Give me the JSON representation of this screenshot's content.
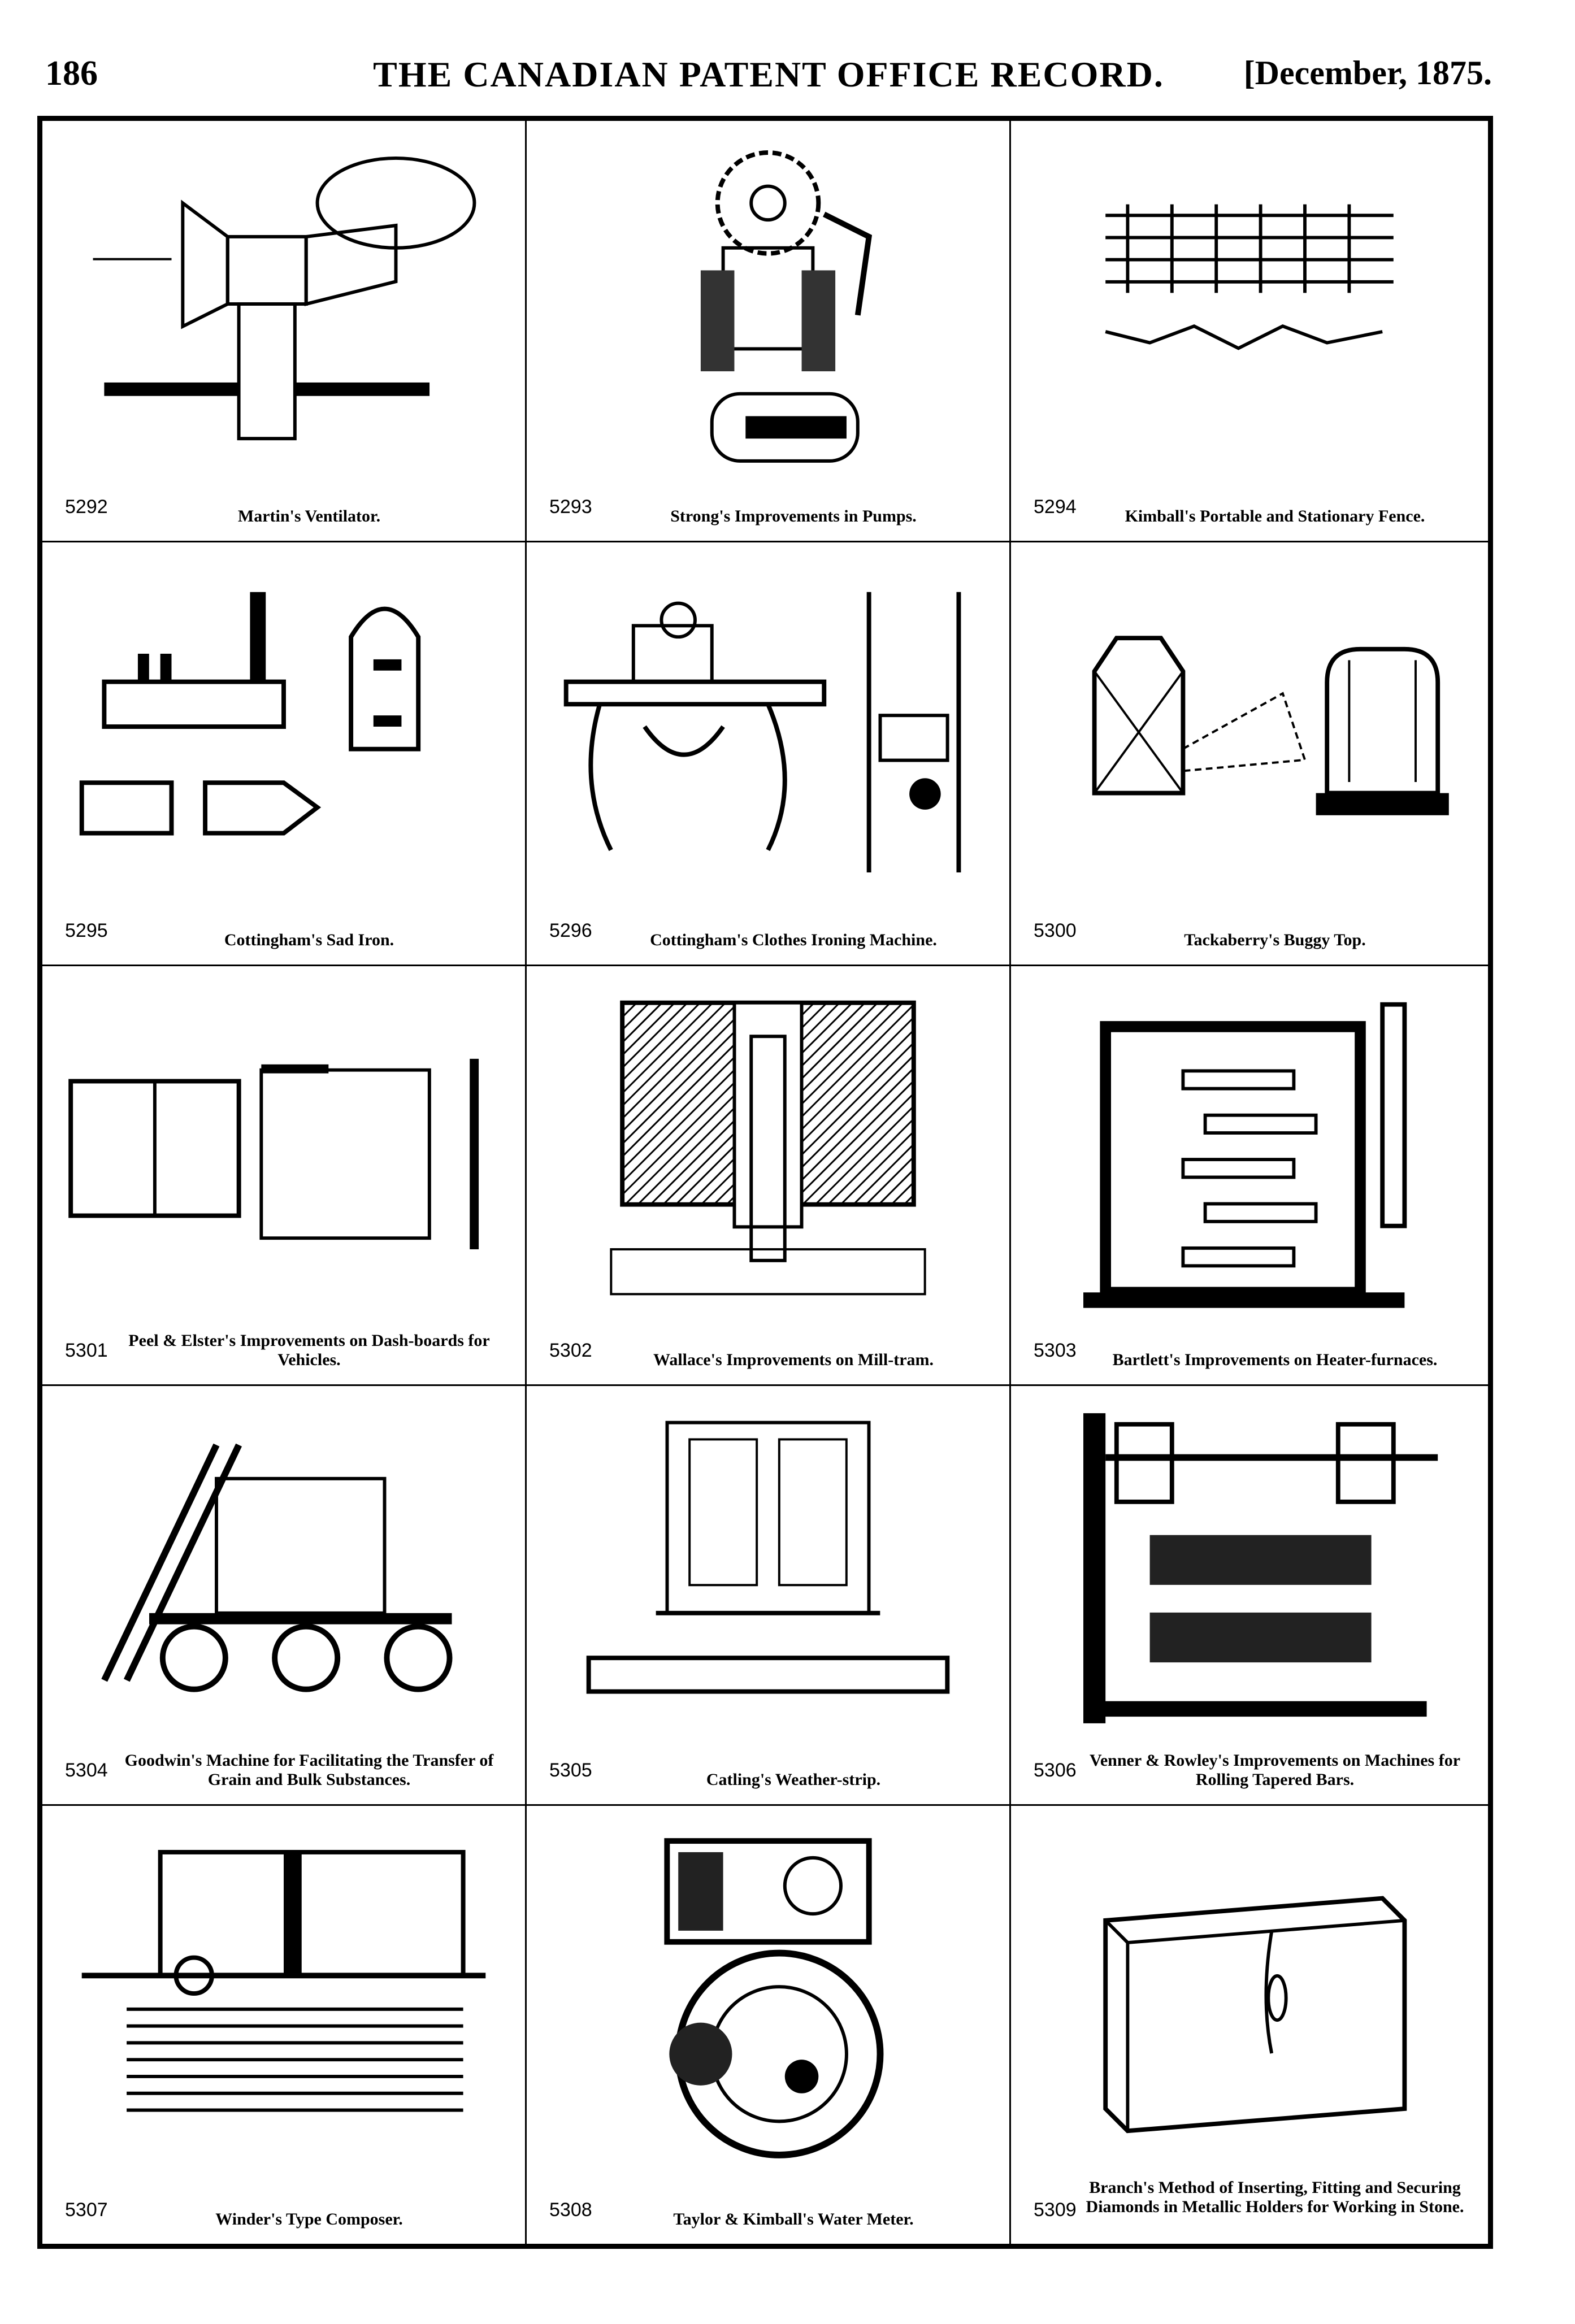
{
  "header": {
    "page_number": "186",
    "title": "THE CANADIAN PATENT OFFICE RECORD.",
    "date": "[December, 1875."
  },
  "patents": [
    {
      "number": "5292",
      "caption": "Martin's Ventilator.",
      "icon": "ventilator-drawing"
    },
    {
      "number": "5293",
      "caption": "Strong's Improvements in Pumps.",
      "icon": "pump-drawing"
    },
    {
      "number": "5294",
      "caption": "Kimball's Portable and Stationary Fence.",
      "icon": "fence-drawing"
    },
    {
      "number": "5295",
      "caption": "Cottingham's Sad Iron.",
      "icon": "sad-iron-drawing"
    },
    {
      "number": "5296",
      "caption": "Cottingham's Clothes Ironing Machine.",
      "icon": "ironing-machine-drawing"
    },
    {
      "number": "5300",
      "caption": "Tackaberry's Buggy Top.",
      "icon": "buggy-top-drawing"
    },
    {
      "number": "5301",
      "caption": "Peel & Elster's Improvements on Dash-boards for Vehicles.",
      "icon": "dash-board-drawing"
    },
    {
      "number": "5302",
      "caption": "Wallace's Improvements on Mill-tram.",
      "icon": "mill-tram-drawing"
    },
    {
      "number": "5303",
      "caption": "Bartlett's Improvements on Heater-furnaces.",
      "icon": "heater-furnace-drawing"
    },
    {
      "number": "5304",
      "caption": "Goodwin's Machine for Facilitating the Transfer of Grain and Bulk Substances.",
      "icon": "grain-machine-drawing"
    },
    {
      "number": "5305",
      "caption": "Catling's Weather-strip.",
      "icon": "weather-strip-drawing"
    },
    {
      "number": "5306",
      "caption": "Venner & Rowley's Improvements on Machines for Rolling Tapered Bars.",
      "icon": "rolling-machine-drawing"
    },
    {
      "number": "5307",
      "caption": "Winder's Type Composer.",
      "icon": "type-composer-drawing"
    },
    {
      "number": "5308",
      "caption": "Taylor & Kimball's Water Meter.",
      "icon": "water-meter-drawing"
    },
    {
      "number": "5309",
      "caption": "Branch's Method of Inserting, Fitting and Securing Diamonds in Metallic Holders for Working in Stone.",
      "icon": "diamond-holder-drawing"
    }
  ]
}
